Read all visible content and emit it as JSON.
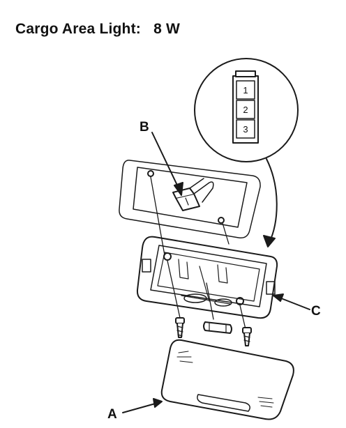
{
  "title": "Cargo Area Light:   8 W",
  "callouts": {
    "a": "A",
    "b": "B",
    "c": "C"
  },
  "connector_pins": [
    "1",
    "2",
    "3"
  ]
}
